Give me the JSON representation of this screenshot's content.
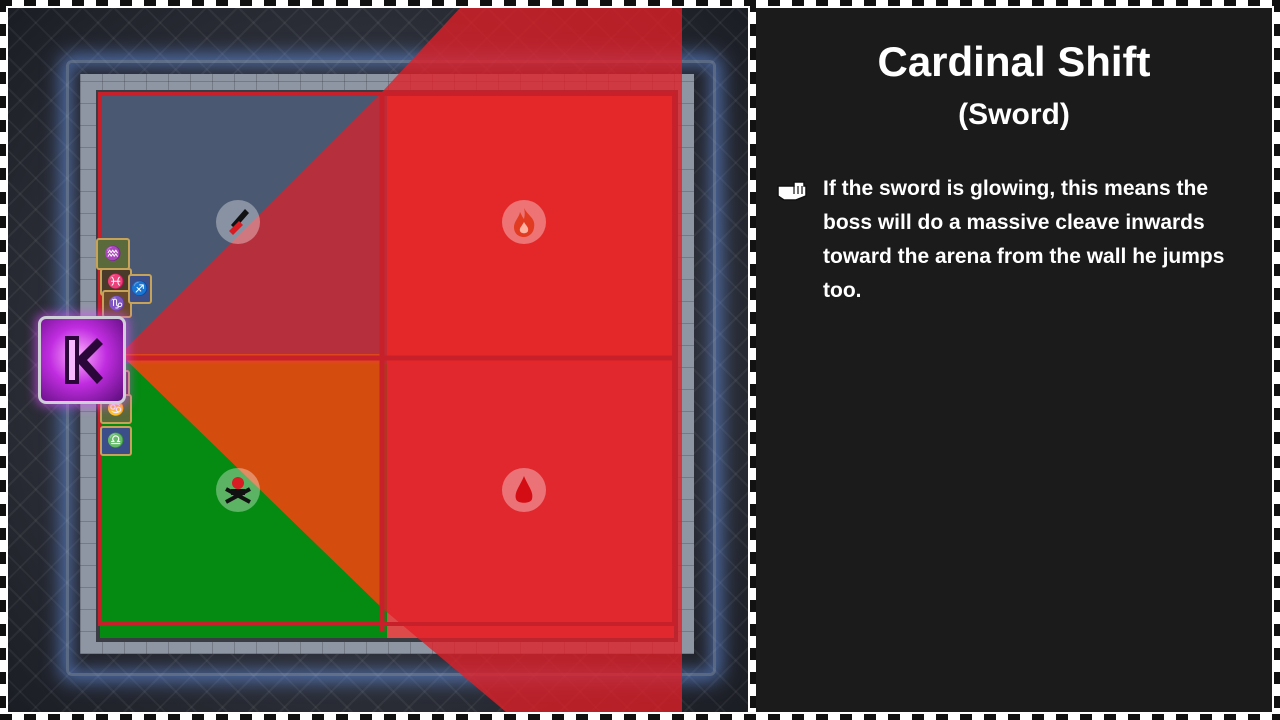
{
  "panel": {
    "title": "Cardinal Shift",
    "subtitle": "(Sword)",
    "bullets": [
      {
        "icon": "pointing-hand-icon",
        "text": "If the sword is glowing, this means the boss will do a massive cleave inwards toward the arena from the wall he jumps too."
      }
    ]
  },
  "arena": {
    "quadrants": [
      {
        "name": "north-west",
        "marker": "sword-icon",
        "color": "#4a5871"
      },
      {
        "name": "north-east",
        "marker": "fire-icon",
        "color": "#ea4b39"
      },
      {
        "name": "south-west",
        "marker": "poison-skull-icon",
        "color": "#058a12"
      },
      {
        "name": "south-east",
        "marker": "blood-drop-icon",
        "color": "#dc4a4a"
      }
    ],
    "danger_zones": [
      {
        "name": "east-cleave-zone",
        "color": "#e21f26"
      },
      {
        "name": "west-cone-cleave",
        "color": "#e21f26"
      }
    ],
    "boss": {
      "icon": "boss-portrait-icon",
      "side": "west"
    }
  },
  "colors": {
    "panel_background": "#1b1b1b",
    "danger_red": "#e21f26",
    "wall_glow": "#6ea0ff"
  }
}
